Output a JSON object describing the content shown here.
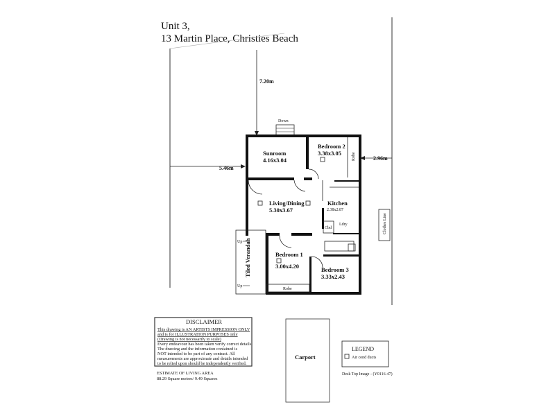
{
  "title": {
    "line1": "Unit 3,",
    "line2": "13 Martin Place, Christies Beach"
  },
  "dimensions": {
    "rear": "7.20m",
    "side_left": "5.46m",
    "side_right": "2.96m"
  },
  "labels": {
    "down": "Down",
    "up_top": "Up",
    "up_bottom": "Up",
    "robe_bed2": "Robe",
    "robe_bed1": "Robe",
    "cbd": "Cbd",
    "ldry": "Ldry",
    "clothes_line": "Clothes Line",
    "carport": "Carport"
  },
  "rooms": {
    "sunroom": {
      "name": "Sunroom",
      "size": "4.16x3.04"
    },
    "bedroom2": {
      "name": "Bedroom 2",
      "size": "3.38x3.05"
    },
    "living": {
      "name": "Living/Dining",
      "size": "5.30x3.67"
    },
    "kitchen": {
      "name": "Kitchen",
      "size": "2.38x2.87"
    },
    "bedroom1": {
      "name": "Bedroom 1",
      "size": "3.00x4.20"
    },
    "bedroom3": {
      "name": "Bedroom 3",
      "size": "3.33x2.43"
    },
    "verandah": {
      "name": "Tiled Verandah"
    }
  },
  "disclaimer": {
    "heading": "DISCLAIMER",
    "lines_underlined": [
      "This drawing is AN ARTISTS IMPRESSION ONLY",
      "and is for ILLUSTRATION PURPOSES only",
      "(Drawing is not necessarily to scale)"
    ],
    "lines": [
      "Every endeavour has been taken verify correct details.",
      "The drawing and the information contained is",
      "NOT intended to be part of any contract.  All",
      "measurements are approximate and details intended",
      "to be relied upon should be independently verified."
    ]
  },
  "area": {
    "heading": "ESTIMATE OF LIVING AREA",
    "value": "88.29 Square metres/  9.49 Squares"
  },
  "legend": {
    "heading": "LEGEND",
    "item": "Air cond ducts",
    "icon": "air-cond-duct-icon"
  },
  "footer": "Desk Top Image - (Y0116-47)"
}
